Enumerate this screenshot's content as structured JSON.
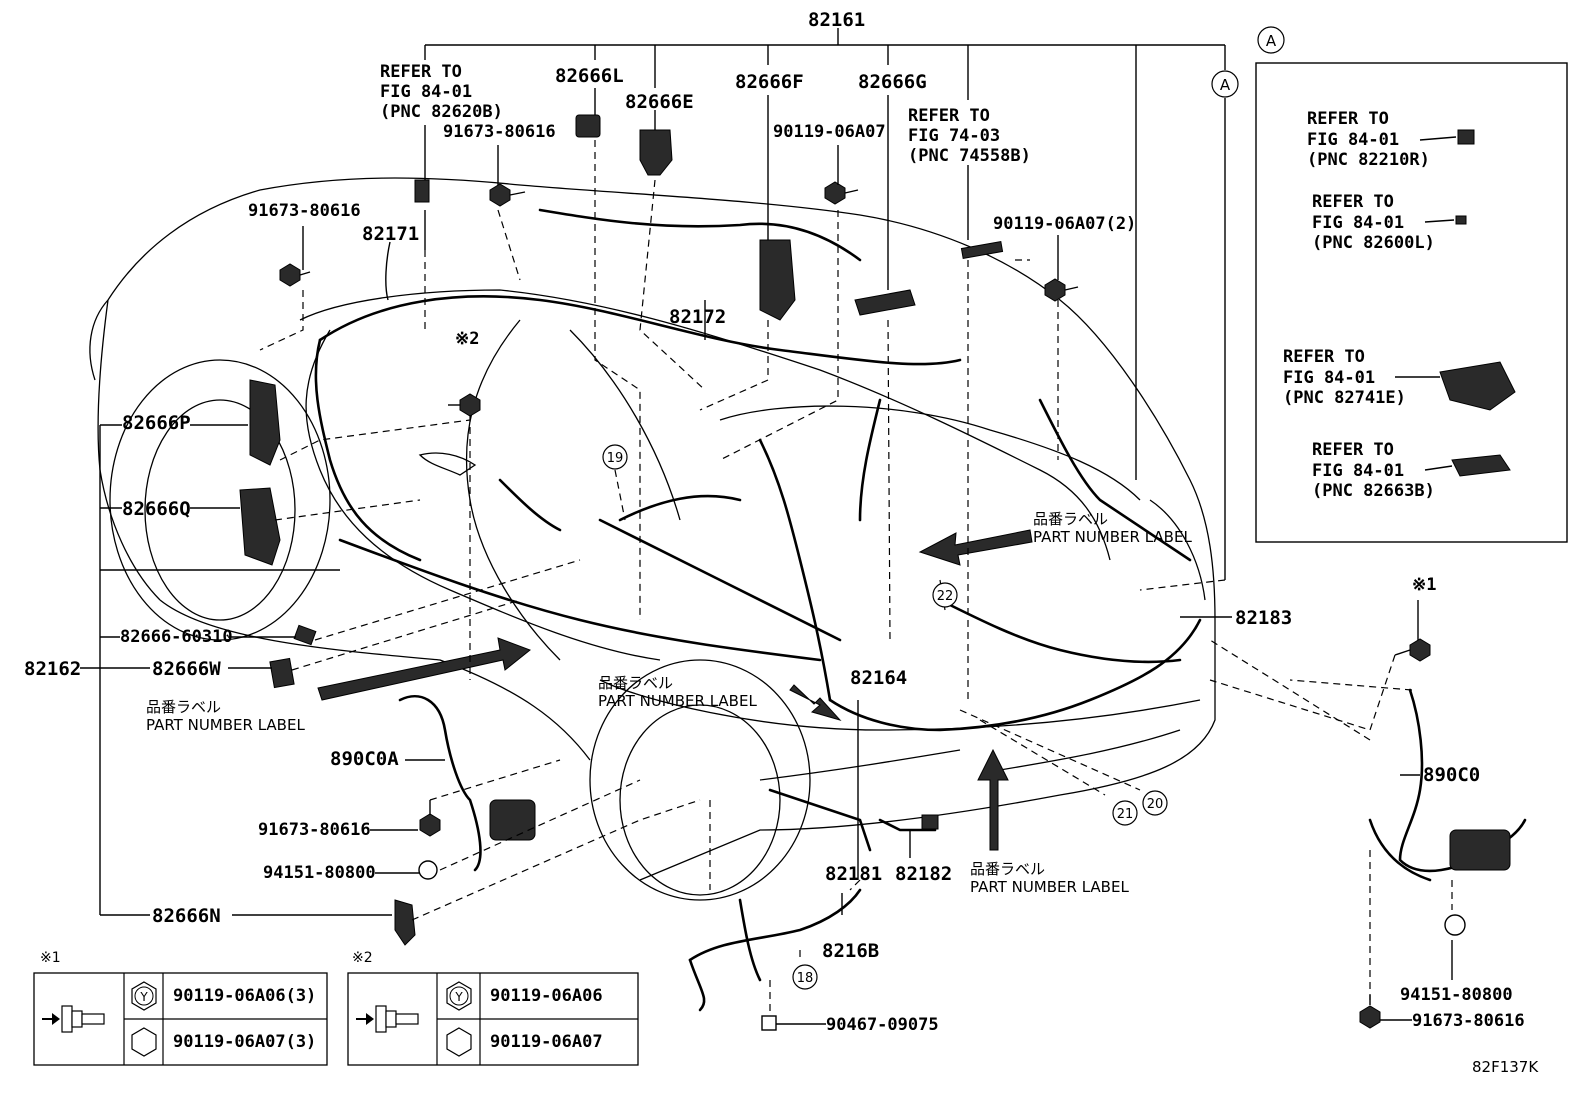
{
  "diagram_id": "82F137K",
  "parts": {
    "p82161": "82161",
    "p82666L": "82666L",
    "p82666E": "82666E",
    "p82666F": "82666F",
    "p82666G": "82666G",
    "p91673_a": "91673-80616",
    "p91673_b": "91673-80616",
    "p91673_c": "91673-80616",
    "p91673_d": "91673-80616",
    "p90119_a": "90119-06A07",
    "p90119_b": "90119-06A07(2)",
    "p82171": "82171",
    "p82172": "82172",
    "p82666P": "82666P",
    "p82666Q": "82666Q",
    "p82666_60310": "82666-60310",
    "p82162": "82162",
    "p82666W": "82666W",
    "p890C0A": "890C0A",
    "p94151_a": "94151-80800",
    "p94151_b": "94151-80800",
    "p82666N": "82666N",
    "p82164": "82164",
    "p82183": "82183",
    "p82181": "82181",
    "p82182": "82182",
    "p8216B": "8216B",
    "p90467": "90467-09075",
    "p890C0": "890C0"
  },
  "refer_main_1": {
    "l1": "REFER TO",
    "l2": "FIG 84-01",
    "l3": "(PNC 82620B)"
  },
  "refer_main_2": {
    "l1": "REFER TO",
    "l2": "FIG 74-03",
    "l3": "(PNC 74558B)"
  },
  "callout_a": "A",
  "inset_a": {
    "label": "A",
    "refs": [
      {
        "l1": "REFER TO",
        "l2": "FIG 84-01",
        "l3": "(PNC 82210R)"
      },
      {
        "l1": "REFER TO",
        "l2": "FIG 84-01",
        "l3": "(PNC 82600L)"
      },
      {
        "l1": "REFER TO",
        "l2": "FIG 84-01",
        "l3": "(PNC 82741E)"
      },
      {
        "l1": "REFER TO",
        "l2": "FIG 84-01",
        "l3": "(PNC 82663B)"
      }
    ]
  },
  "part_number_label": {
    "jp": "品番ラベル",
    "en": "PART NUMBER LABEL"
  },
  "circled": [
    "19",
    "22",
    "21",
    "20",
    "18"
  ],
  "note_marks": {
    "n1": "※1",
    "n2": "※2"
  },
  "legend_1": {
    "mark": "※1",
    "y_symbol": "Y",
    "row1": "90119-06A06(3)",
    "row2": "90119-06A07(3)"
  },
  "legend_2": {
    "mark": "※2",
    "y_symbol": "Y",
    "row1": "90119-06A06",
    "row2": "90119-06A07"
  }
}
